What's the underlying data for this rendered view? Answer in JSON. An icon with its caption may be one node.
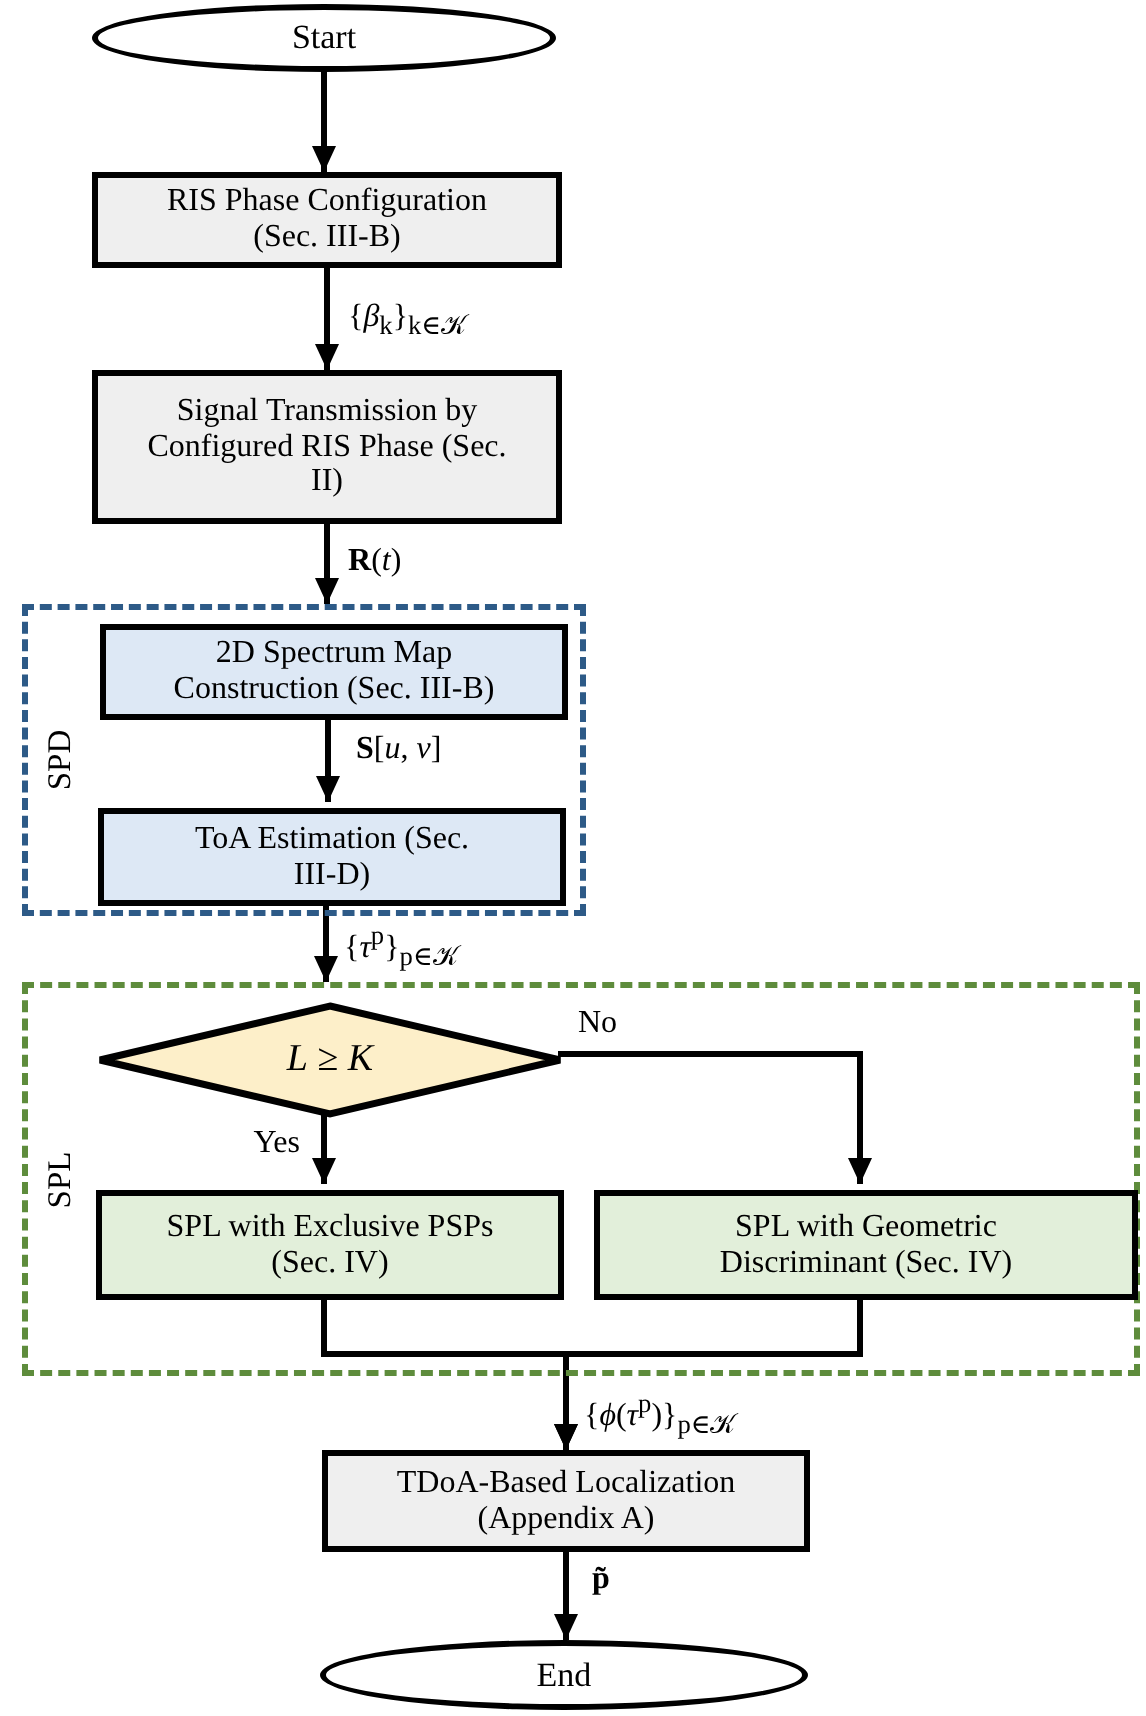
{
  "diagram": {
    "nodes": [
      {
        "text": [
          "Start"
        ]
      },
      {
        "text": [
          "RIS Phase Configuration (Sec. III-B)"
        ]
      },
      {
        "text": [
          "Signal Transmission by Configured RIS Phase (Sec. II)"
        ]
      },
      {
        "text": [
          "SPD"
        ]
      },
      {
        "text": [
          "2D Spectrum Map Construction (Sec. III-B)"
        ],
        "in": 3
      },
      {
        "text": [
          "ToA Estimation (Sec. III-D)"
        ],
        "in": 3
      },
      {
        "text": [
          "SPL"
        ]
      },
      {
        "text": [
          "*L* ≥ *K*"
        ],
        "in": 6
      },
      {
        "text": [
          "SPL with Exclusive PSPs (Sec. IV)"
        ],
        "in": 6
      },
      {
        "text": [
          "SPL with Geometric Discriminant (Sec. IV)"
        ],
        "in": 6
      },
      {
        "text": [
          "TDoA-Based Localization (Appendix A)"
        ]
      },
      {
        "text": [
          "End"
        ]
      }
    ],
    "edges": [
      {
        "from": 0,
        "to": 1,
        "arrow": "to"
      },
      {
        "from": 1,
        "to": 2,
        "arrow": "to",
        "label": "{*β*$_{k}$}$_{k∈𝒦}$"
      },
      {
        "from": 2,
        "to": 3,
        "arrow": "to",
        "label": "**R**(*t*)"
      },
      {
        "from": 4,
        "to": 5,
        "arrow": "to",
        "label": "**S**[*u*, *v*]"
      },
      {
        "from": 5,
        "to": 6,
        "arrow": "to",
        "label": "{*τ*$^{p}$}$_{p∈𝒦}$"
      },
      {
        "from": 7,
        "to": 8,
        "arrow": "to",
        "label": "Yes"
      },
      {
        "from": 7,
        "to": 9,
        "arrow": "to",
        "label": "No"
      },
      {
        "from": 8,
        "to": 10,
        "arrow": "to",
        "label": "{*ϕ*(*τ*$^{p}$)}$_{p∈𝒦}$"
      },
      {
        "from": 9,
        "to": 10,
        "arrow": "to"
      },
      {
        "from": 10,
        "to": 11,
        "arrow": "to",
        "label": "**p̃**"
      }
    ]
  }
}
